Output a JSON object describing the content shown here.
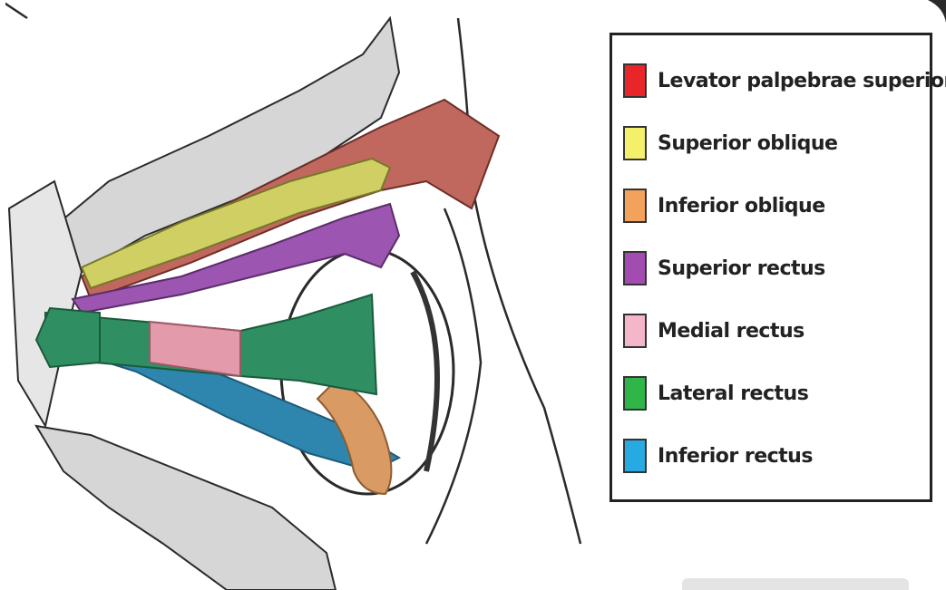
{
  "legend": {
    "items": [
      {
        "label": "Levator palpebrae superioris",
        "color": "#e8262a"
      },
      {
        "label": "Superior oblique",
        "color": "#f4f06a"
      },
      {
        "label": "Inferior oblique",
        "color": "#f2a25a"
      },
      {
        "label": "Superior rectus",
        "color": "#a24bb0"
      },
      {
        "label": "Medial rectus",
        "color": "#f4b6c8"
      },
      {
        "label": "Lateral rectus",
        "color": "#2fb548"
      },
      {
        "label": "Inferior rectus",
        "color": "#27a9e1"
      }
    ]
  },
  "illustration": {
    "colors": {
      "levator": "#c1685e",
      "superior_oblique": "#cfcf63",
      "inferior_oblique": "#d99a63",
      "superior_rectus": "#9c55b0",
      "medial_rectus": "#e39aaa",
      "lateral_rectus": "#2f8f62",
      "inferior_rectus": "#2e86ae",
      "bone": "#cfcfcf",
      "outline": "#2a2a2a"
    }
  }
}
